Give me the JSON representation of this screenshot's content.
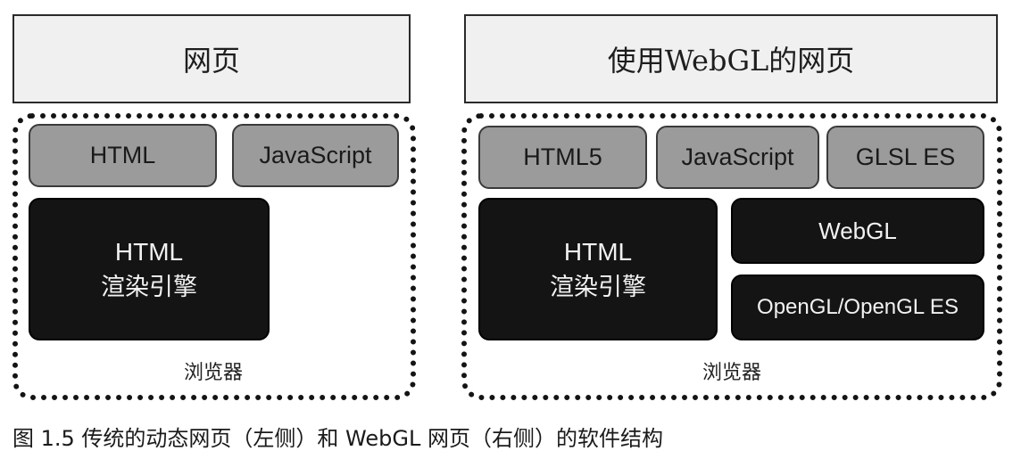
{
  "left": {
    "page_label": "网页",
    "html_label": "HTML",
    "js_label": "JavaScript",
    "engine": {
      "line1": "HTML",
      "line2": "渲染引擎"
    },
    "browser_label": "浏览器"
  },
  "right": {
    "page_label": "使用WebGL的网页",
    "html_label": "HTML5",
    "js_label": "JavaScript",
    "glsl_label": "GLSL ES",
    "engine": {
      "line1": "HTML",
      "line2": "渲染引擎"
    },
    "webgl_label": "WebGL",
    "opengl_label": "OpenGL/OpenGL ES",
    "browser_label": "浏览器"
  },
  "caption": "图 1.5  传统的动态网页（左侧）和 WebGL 网页（右侧）的软件结构"
}
